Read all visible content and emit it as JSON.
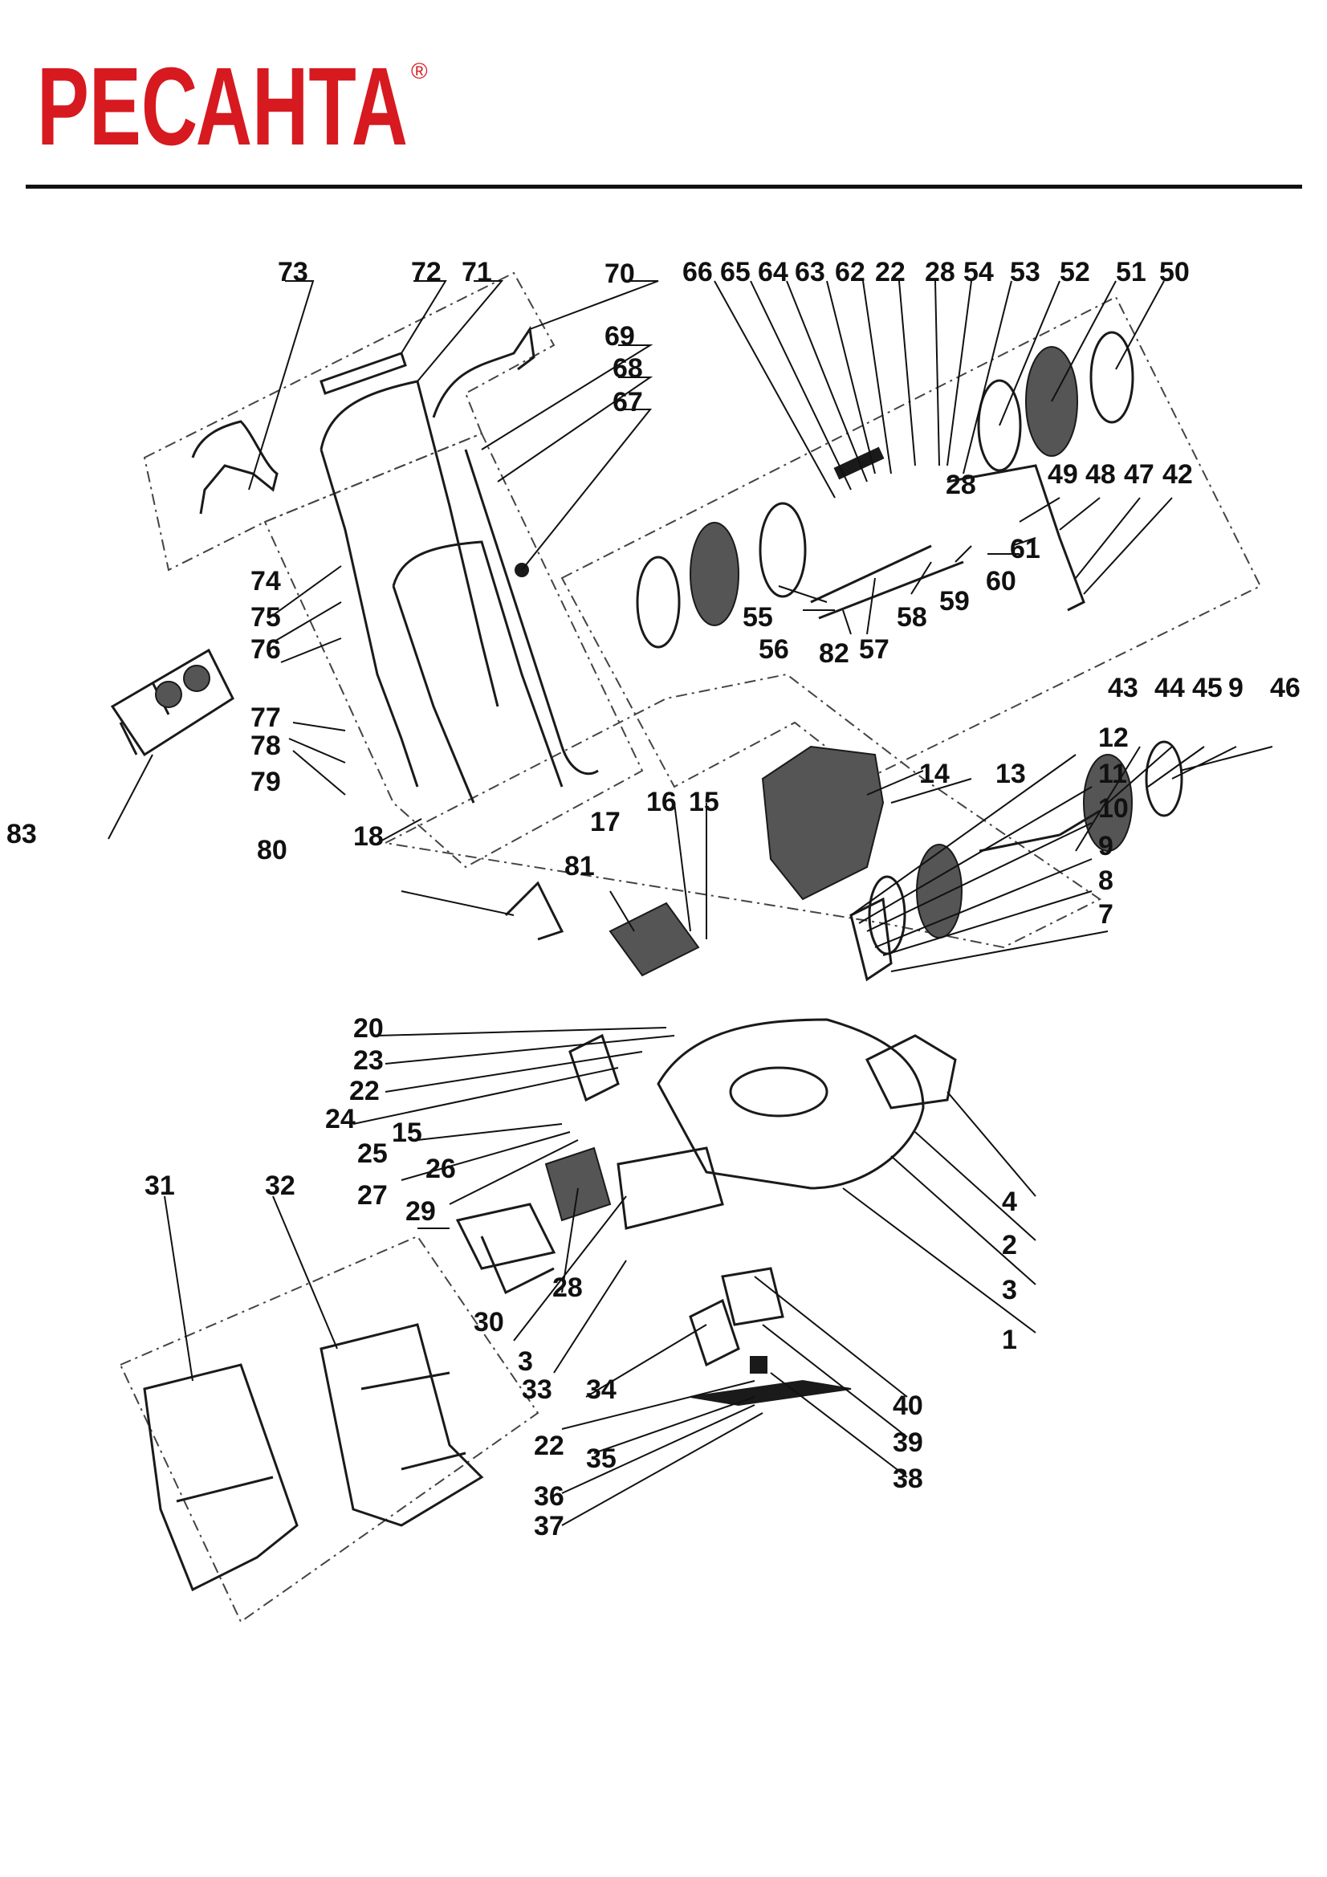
{
  "brand": {
    "name": "РЕСАНТА",
    "mark": "®",
    "color": "#d71920"
  },
  "diagram": {
    "labels": [
      "1",
      "2",
      "3",
      "4",
      "7",
      "8",
      "9",
      "10",
      "11",
      "12",
      "13",
      "14",
      "15",
      "16",
      "17",
      "18",
      "20",
      "22",
      "23",
      "24",
      "25",
      "26",
      "27",
      "28",
      "29",
      "30",
      "31",
      "32",
      "33",
      "34",
      "35",
      "36",
      "37",
      "38",
      "39",
      "40",
      "42",
      "43",
      "44",
      "45",
      "46",
      "47",
      "48",
      "49",
      "50",
      "51",
      "52",
      "53",
      "54",
      "55",
      "56",
      "57",
      "58",
      "59",
      "60",
      "61",
      "62",
      "63",
      "64",
      "65",
      "66",
      "67",
      "68",
      "69",
      "70",
      "71",
      "72",
      "73",
      "74",
      "75",
      "76",
      "77",
      "78",
      "79",
      "80",
      "81",
      "82",
      "83"
    ]
  }
}
